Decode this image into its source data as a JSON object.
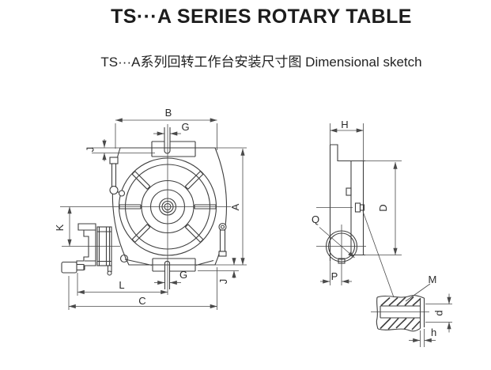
{
  "header": {
    "title": "TS···A SERIES ROTARY TABLE",
    "subtitle": "TS···A系列回转工作台安装尺寸图 Dimensional sketch"
  },
  "front_view": {
    "dims": {
      "b": "B",
      "g_top": "G",
      "j_left": "J",
      "a": "A",
      "k": "K",
      "l": "L",
      "c": "C",
      "g_bottom": "G",
      "j_right": "J"
    }
  },
  "side_view": {
    "dims": {
      "h_width": "H",
      "d_height": "D",
      "q": "Q",
      "p": "P"
    }
  },
  "detail_view": {
    "dims": {
      "m": "M",
      "d": "d",
      "h": "h"
    }
  },
  "colors": {
    "line": "#3f3f3f",
    "dim_line": "#4a4a4a",
    "text": "#2b2b2b",
    "background": "#ffffff"
  }
}
